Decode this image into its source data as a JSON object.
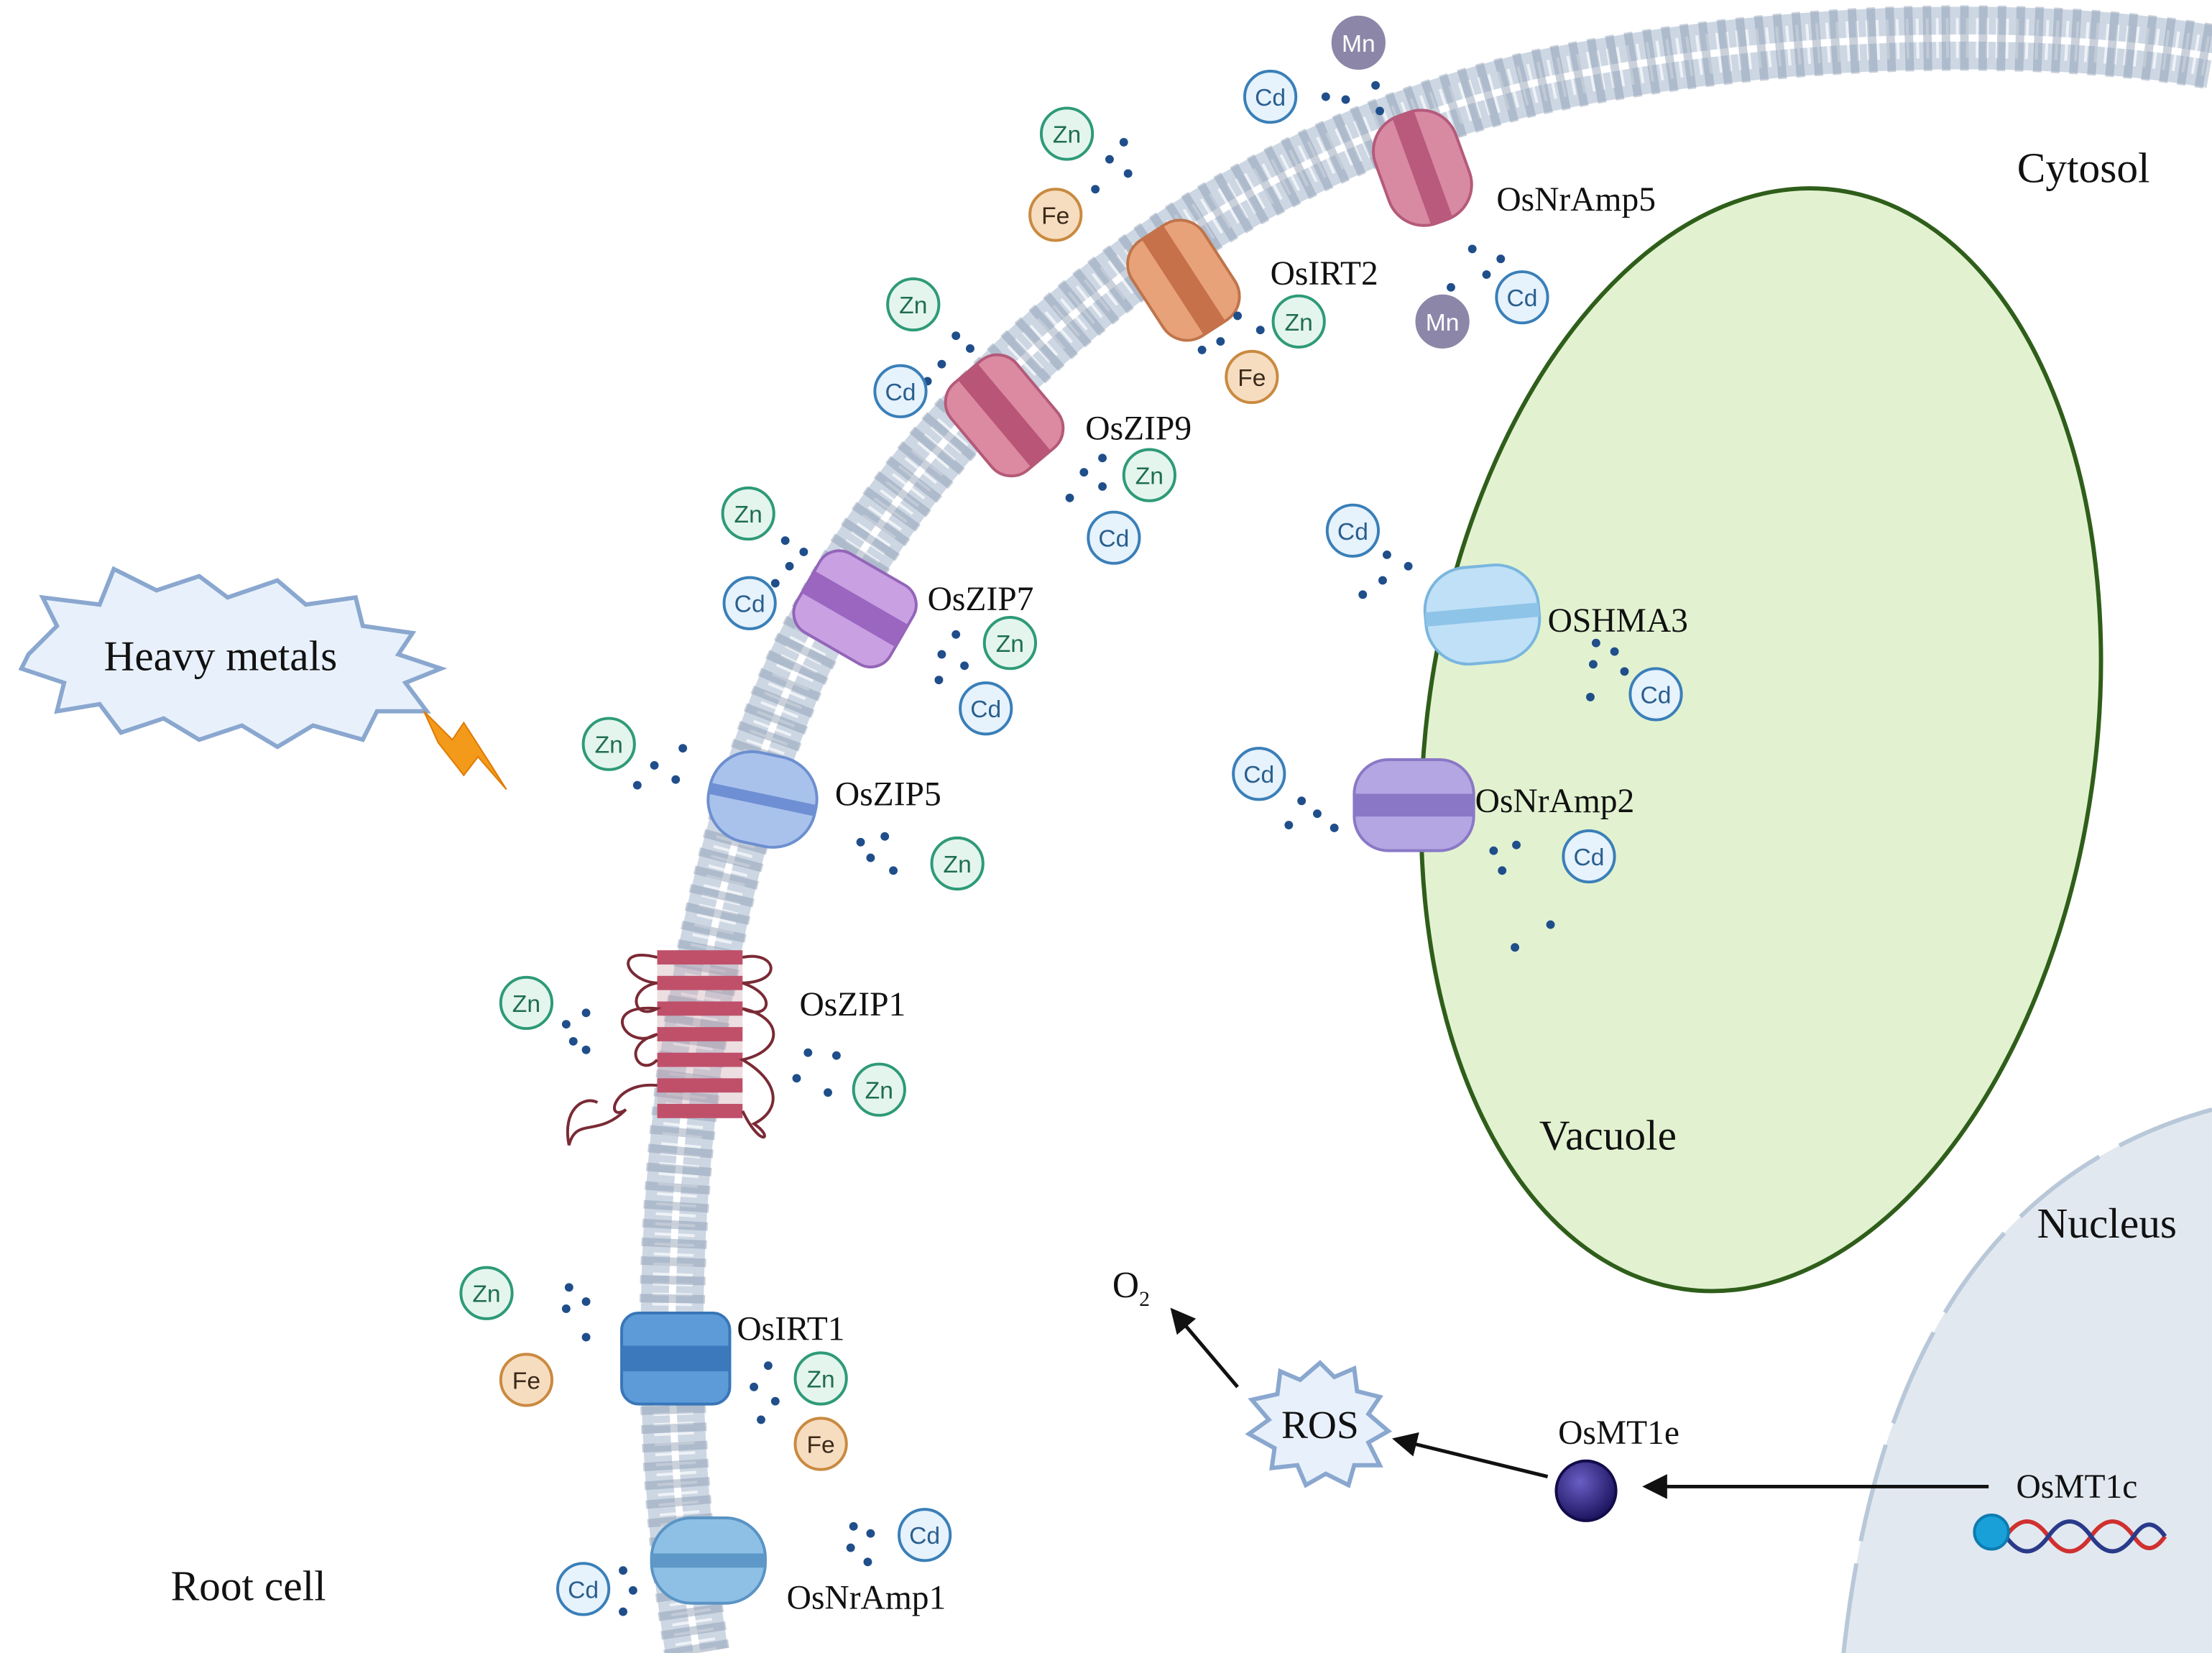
{
  "regions": {
    "cytosol": "Cytosol",
    "vacuole": "Vacuole",
    "nucleus": "Nucleus",
    "root_cell": "Root cell",
    "heavy_metals": "Heavy metals"
  },
  "transporters": {
    "osnramp5": "OsNrAmp5",
    "osirt2": "OsIRT2",
    "oszip9": "OsZIP9",
    "oszip7": "OsZIP7",
    "oszip5": "OsZIP5",
    "oszip1": "OsZIP1",
    "osirt1": "OsIRT1",
    "osnramp1": "OsNrAmp1",
    "oshma3": "OSHMA3",
    "osnramp2": "OsNrAmp2"
  },
  "pathway": {
    "o2_base": "O",
    "o2_sub": "2",
    "ros": "ROS",
    "osmt1e": "OsMT1e",
    "osmt1c": "OsMT1c"
  },
  "ions": [
    {
      "text": "Mn",
      "kind": "Mn"
    },
    {
      "text": "Cd",
      "kind": "Cd"
    },
    {
      "text": "Zn",
      "kind": "Zn"
    },
    {
      "text": "Fe",
      "kind": "Fe"
    },
    {
      "text": "Mn",
      "kind": "Mn"
    },
    {
      "text": "Cd",
      "kind": "Cd"
    },
    {
      "text": "Zn",
      "kind": "Zn"
    },
    {
      "text": "Fe",
      "kind": "Fe"
    },
    {
      "text": "Zn",
      "kind": "Zn"
    },
    {
      "text": "Cd",
      "kind": "Cd"
    },
    {
      "text": "Zn",
      "kind": "Zn"
    },
    {
      "text": "Cd",
      "kind": "Cd"
    },
    {
      "text": "Zn",
      "kind": "Zn"
    },
    {
      "text": "Cd",
      "kind": "Cd"
    },
    {
      "text": "Zn",
      "kind": "Zn"
    },
    {
      "text": "Cd",
      "kind": "Cd"
    },
    {
      "text": "Zn",
      "kind": "Zn"
    },
    {
      "text": "Zn",
      "kind": "Zn"
    },
    {
      "text": "Zn",
      "kind": "Zn"
    },
    {
      "text": "Zn",
      "kind": "Zn"
    },
    {
      "text": "Zn",
      "kind": "Zn"
    },
    {
      "text": "Fe",
      "kind": "Fe"
    },
    {
      "text": "Zn",
      "kind": "Zn"
    },
    {
      "text": "Fe",
      "kind": "Fe"
    },
    {
      "text": "Cd",
      "kind": "Cd"
    },
    {
      "text": "Cd",
      "kind": "Cd"
    },
    {
      "text": "Cd",
      "kind": "Cd"
    },
    {
      "text": "Cd",
      "kind": "Cd"
    },
    {
      "text": "Cd",
      "kind": "Cd"
    },
    {
      "text": "Cd",
      "kind": "Cd"
    }
  ],
  "colors": {
    "zn_stroke": "#2e9a78",
    "zn_fill": "#e4f5ee",
    "cd_stroke": "#3a7fb8",
    "cd_fill": "#e6f2fc",
    "fe_stroke": "#c98a40",
    "fe_fill": "#f7ddc0",
    "mn_fill": "#8c86a8",
    "vacuole_fill": "#e2f2d0",
    "vacuole_stroke": "#2f5e1a",
    "dot": "#1f4e8a"
  }
}
